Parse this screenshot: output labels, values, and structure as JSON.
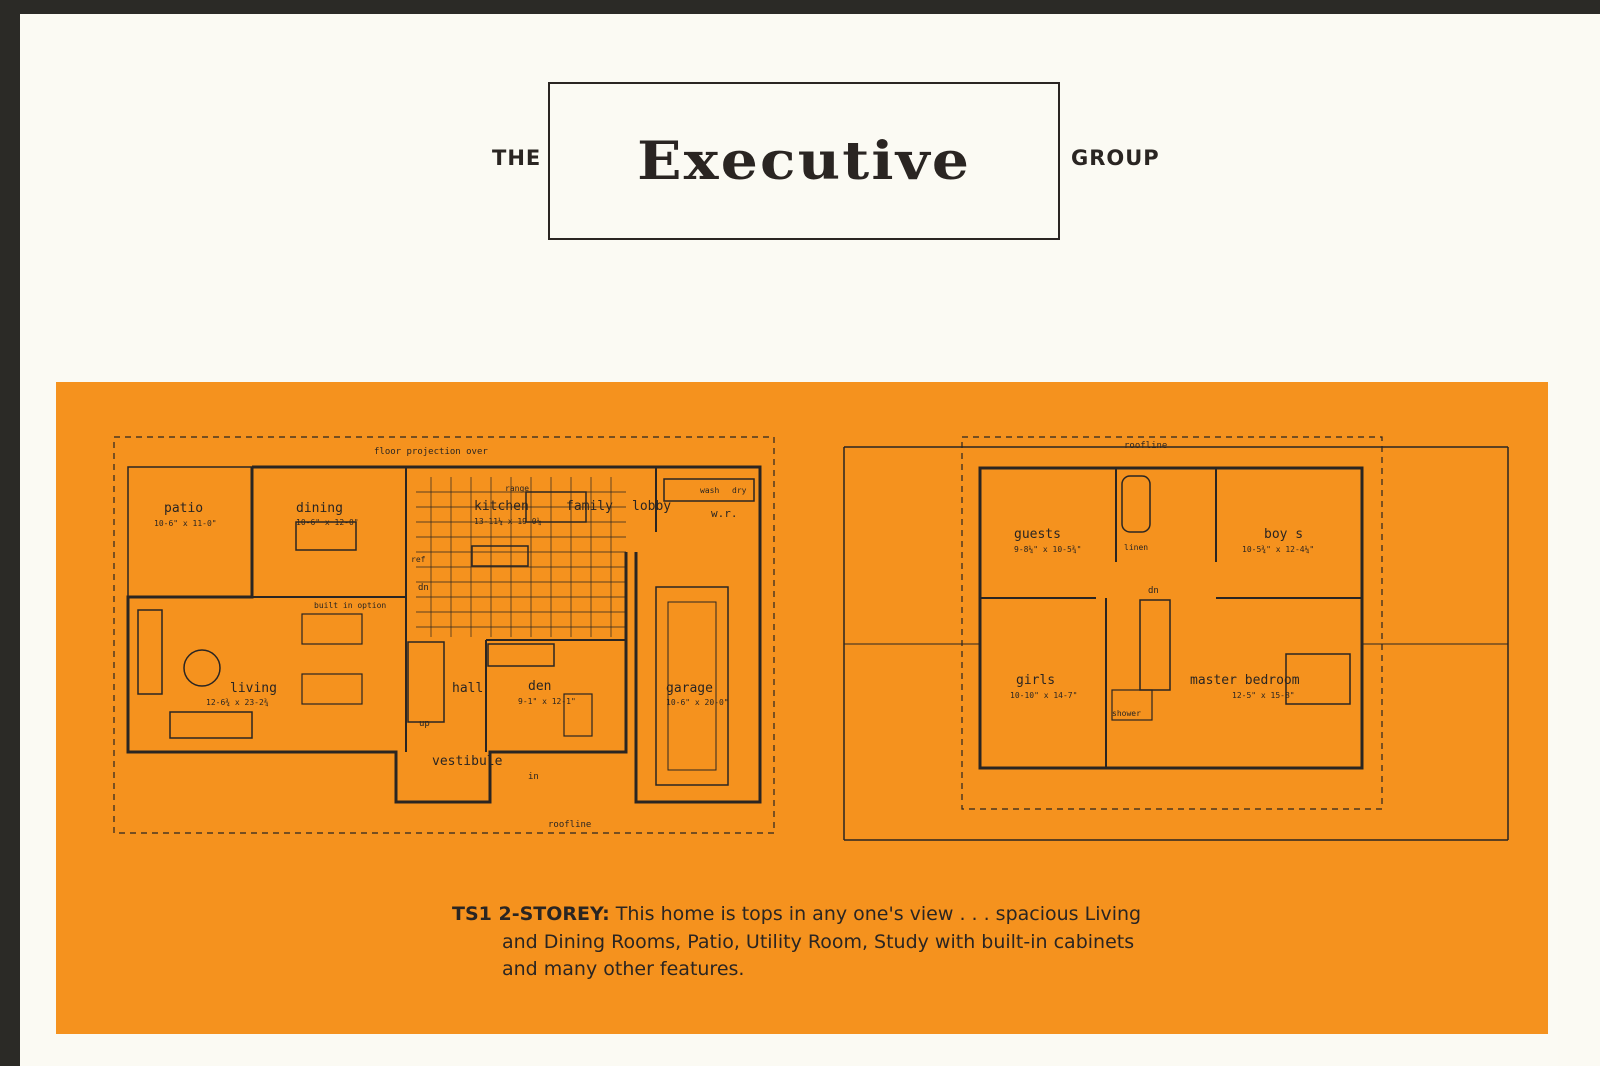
{
  "header": {
    "prefix": "THE",
    "title": "Executive",
    "suffix": "GROUP"
  },
  "ground_floor": {
    "notes": {
      "floor_projection": "floor projection over",
      "roofline": "roofline",
      "up": "up",
      "in": "in",
      "dn": "dn",
      "built_in_option": "built in option"
    },
    "fixtures": {
      "range": "range",
      "wash": "wash",
      "dry": "dry",
      "wr": "w.r.",
      "ref": "ref"
    },
    "rooms": [
      {
        "name": "patio",
        "size": "10-6\" x 11-0\""
      },
      {
        "name": "dining",
        "size": "10-6\" x 12-0\""
      },
      {
        "name": "kitchen",
        "size": "13-11¼ x 19-0¼"
      },
      {
        "name": "family",
        "size": ""
      },
      {
        "name": "lobby",
        "size": ""
      },
      {
        "name": "living",
        "size": "12-6¾ x 23-2¾"
      },
      {
        "name": "hall",
        "size": ""
      },
      {
        "name": "den",
        "size": "9-1\" x 12-1\""
      },
      {
        "name": "garage",
        "size": "10-6\" x 20-0\""
      },
      {
        "name": "vestibule",
        "size": ""
      }
    ]
  },
  "upper_floor": {
    "notes": {
      "roofline": "roofline",
      "dn": "dn",
      "linen": "linen",
      "shower": "shower"
    },
    "rooms": [
      {
        "name": "guests",
        "size": "9-8¼\" x 10-5¾\""
      },
      {
        "name": "boy s",
        "size": "10-5¾\" x 12-4¼\""
      },
      {
        "name": "girls",
        "size": "10-10\" x 14-7\""
      },
      {
        "name": "master bedroom",
        "size": "12-5\" x 15-8\""
      }
    ]
  },
  "caption": {
    "lead": "TS1 2-STOREY:",
    "text": "This home is tops in any one's view . . . spacious Living and Dining Rooms, Patio, Utility Room, Study with built-in cabinets and many other features."
  },
  "colors": {
    "panel": "#f5921e",
    "paper": "#fbfaf3",
    "ink": "#2a2522"
  }
}
